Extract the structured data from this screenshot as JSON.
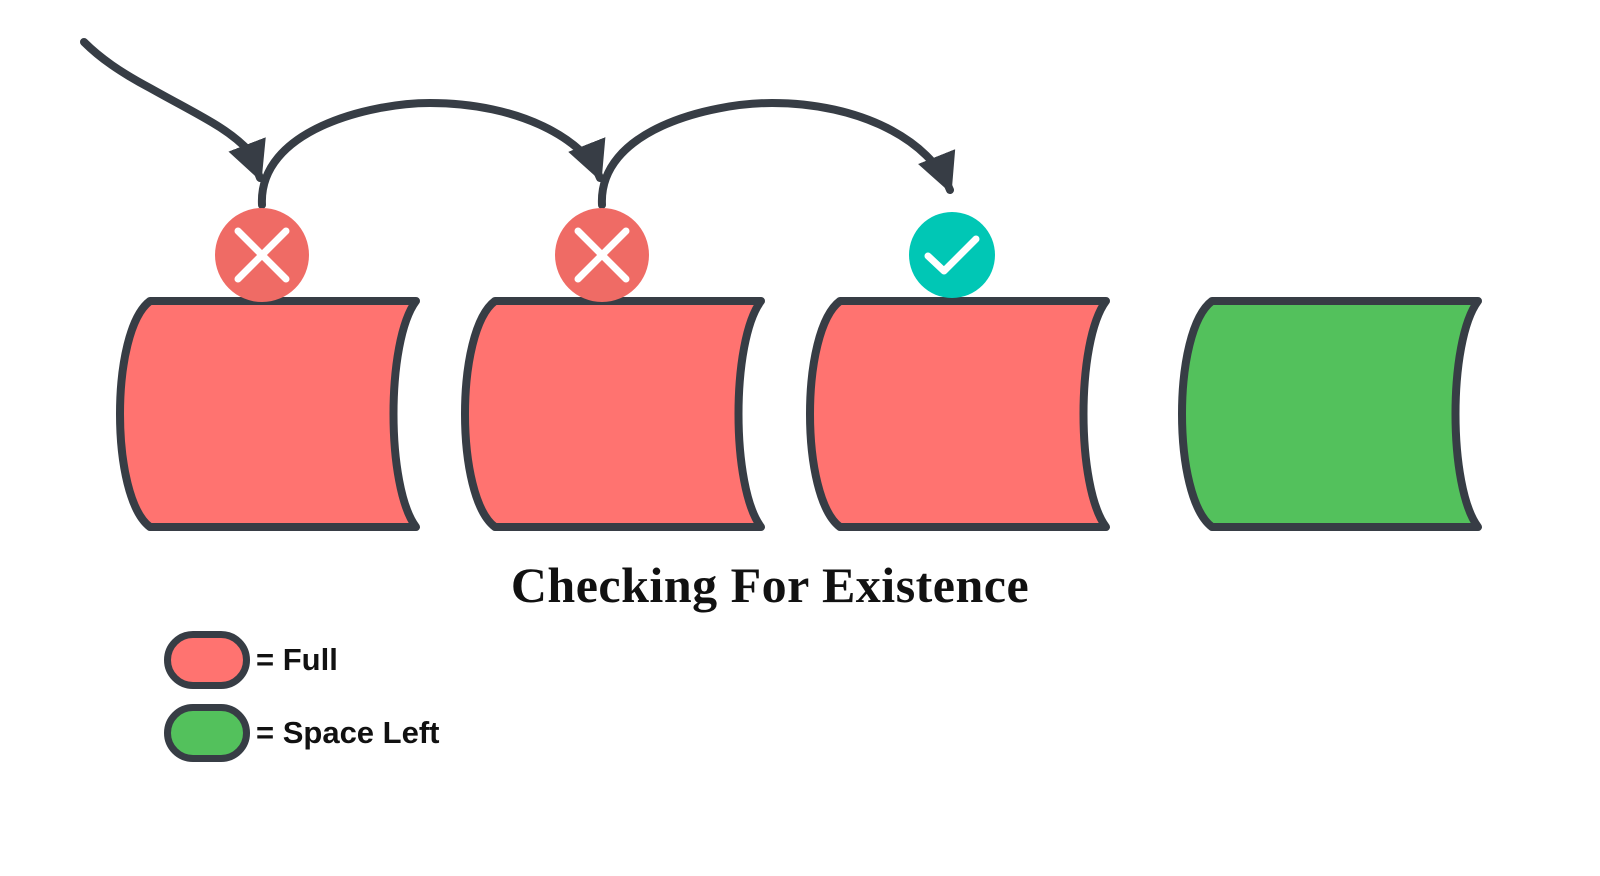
{
  "title": "Checking For Existence",
  "colors": {
    "full": "#ff7370",
    "space_left": "#53c15c",
    "outline": "#373d45",
    "fail_marker": "#ef6b65",
    "pass_marker": "#00c7b5"
  },
  "buckets": [
    {
      "state": "full"
    },
    {
      "state": "full"
    },
    {
      "state": "full"
    },
    {
      "state": "space_left"
    }
  ],
  "markers": [
    {
      "result": "fail",
      "icon": "cross-icon"
    },
    {
      "result": "fail",
      "icon": "cross-icon"
    },
    {
      "result": "pass",
      "icon": "check-icon"
    }
  ],
  "legend": [
    {
      "state": "full",
      "label": "= Full"
    },
    {
      "state": "space_left",
      "label": "= Space Left"
    }
  ]
}
